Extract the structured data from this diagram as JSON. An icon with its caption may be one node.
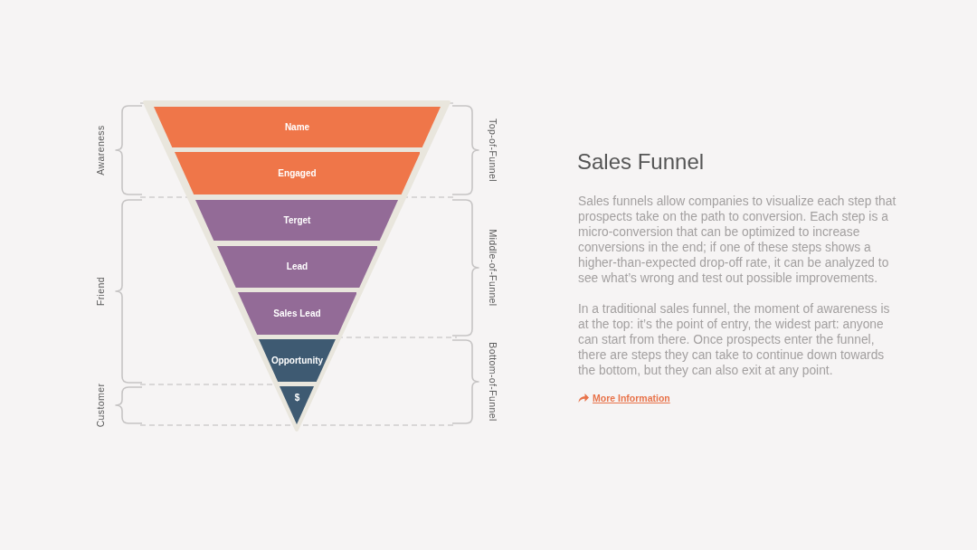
{
  "diagram": {
    "title": "Sales Funnel",
    "nodes": [
      {
        "text": [
          "Name"
        ]
      },
      {
        "text": [
          "Engaged"
        ]
      },
      {
        "text": [
          "Terget"
        ]
      },
      {
        "text": [
          "Lead"
        ]
      },
      {
        "text": [
          "Sales Lead"
        ]
      },
      {
        "text": [
          "Opportunity"
        ]
      },
      {
        "text": [
          "$"
        ]
      }
    ],
    "labels": [
      "Awareness",
      "Friend",
      "Customer",
      "Top-of-Funnel",
      "Middle-of-Funnel",
      "Bottom-of-Funnel",
      "Sales funnels allow companies to visualize each step that prospects take on the path to conversion. Each step is a micro-conversion that can be optimized to increase conversions in the end; if one of these steps shows a higher-than-expected drop-off rate, it can be analyzed to see what’s wrong and test out possible improvements.",
      "In a traditional sales funnel, the moment of awareness is at the top: it’s the point of entry, the widest part: anyone can start from there. Once prospects enter the funnel, there are steps they can take to continue down towards the bottom, but they can also exit at any point.",
      "More Information"
    ]
  }
}
